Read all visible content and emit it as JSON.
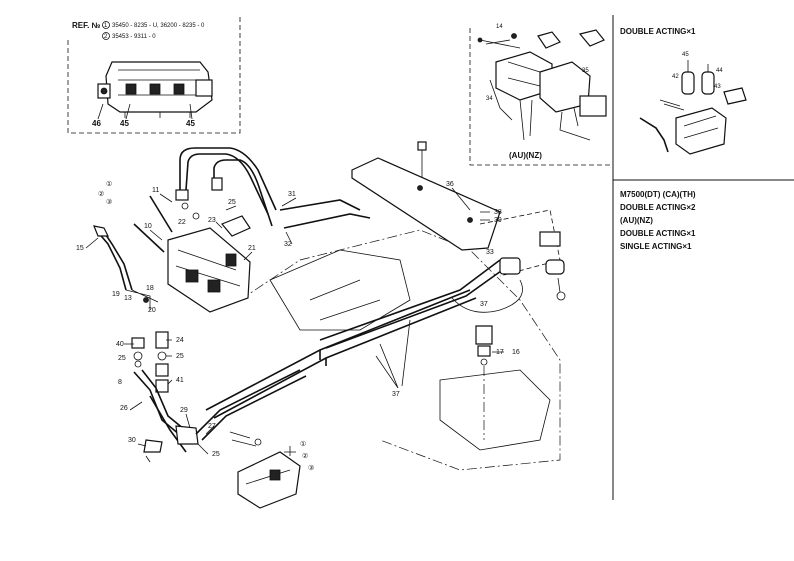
{
  "ref": {
    "prefix": "REF. №",
    "line1_num": "1",
    "line1_text": "35450 - 8235 - U,  36200 - 8235 - 0",
    "line2_num": "2",
    "line2_text": "35453 - 9311 - 0"
  },
  "inset_valve_callouts": [
    "46",
    "45",
    "45"
  ],
  "variant_label": "(AU)(NZ)",
  "side_panels": {
    "top_title": "DOUBLE ACTING×1",
    "top_callouts": [
      "45",
      "42",
      "44",
      "43"
    ],
    "bottom_lines": [
      "M7500(DT) (CA)(TH)",
      "DOUBLE ACTING×2",
      "(AU)(NZ)",
      "DOUBLE ACTING×1",
      "SINGLE ACTING×1"
    ]
  },
  "callouts": {
    "c1": "①",
    "c2": "②",
    "c3": "③",
    "n11": "11",
    "n10": "10",
    "n23": "23",
    "n25a": "25",
    "n22": "22",
    "n21": "21",
    "n15": "15",
    "n19": "19",
    "n13": "13",
    "n20": "20",
    "n18": "18",
    "n31": "31",
    "n32": "32",
    "n36": "36",
    "n38": "38",
    "n39": "39",
    "n33": "33",
    "n37a": "37",
    "n40": "40",
    "n24": "24",
    "n25b": "25",
    "n25c": "25",
    "n41": "41",
    "n8": "8",
    "n26": "26",
    "n29": "29",
    "n27": "27",
    "n30": "30",
    "n25d": "25",
    "n37b": "37",
    "n17": "17",
    "n16": "16",
    "n1": "①",
    "n2": "②",
    "n3": "③",
    "inset_small1": "14",
    "inset_small2": "35",
    "inset_small3": "34"
  }
}
